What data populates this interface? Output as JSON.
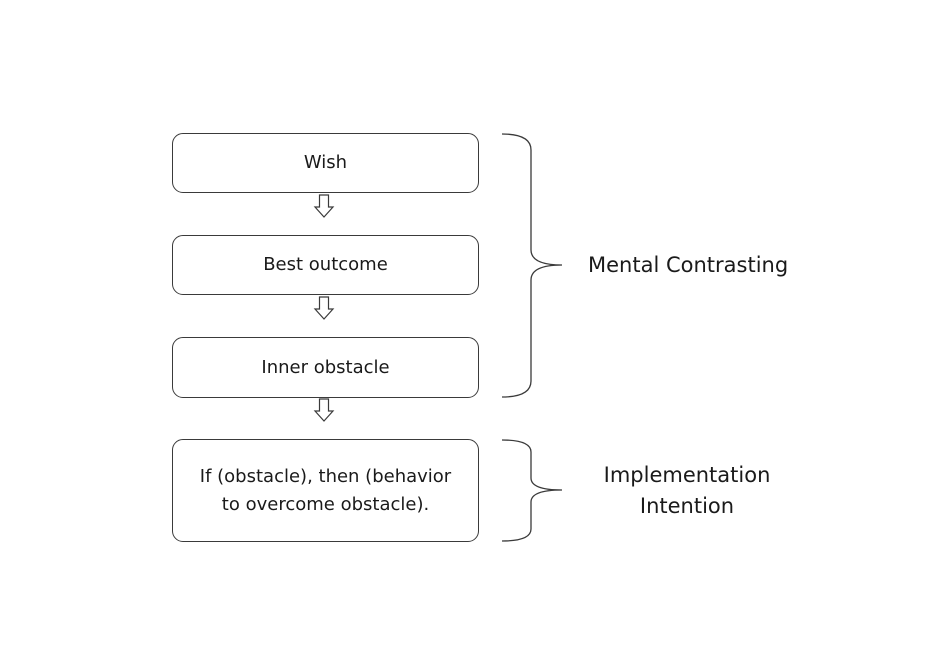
{
  "steps": {
    "wish": "Wish",
    "best_outcome": "Best outcome",
    "inner_obstacle": "Inner obstacle",
    "plan": {
      "line1": "If (obstacle), then (behavior",
      "line2": "to overcome obstacle)."
    }
  },
  "groups": {
    "mental_contrasting": "Mental Contrasting",
    "implementation_intention": {
      "line1": "Implementation",
      "line2": "Intention"
    }
  },
  "colors": {
    "stroke": "#3a3a3a",
    "text": "#1a1a1a",
    "background": "#ffffff"
  }
}
